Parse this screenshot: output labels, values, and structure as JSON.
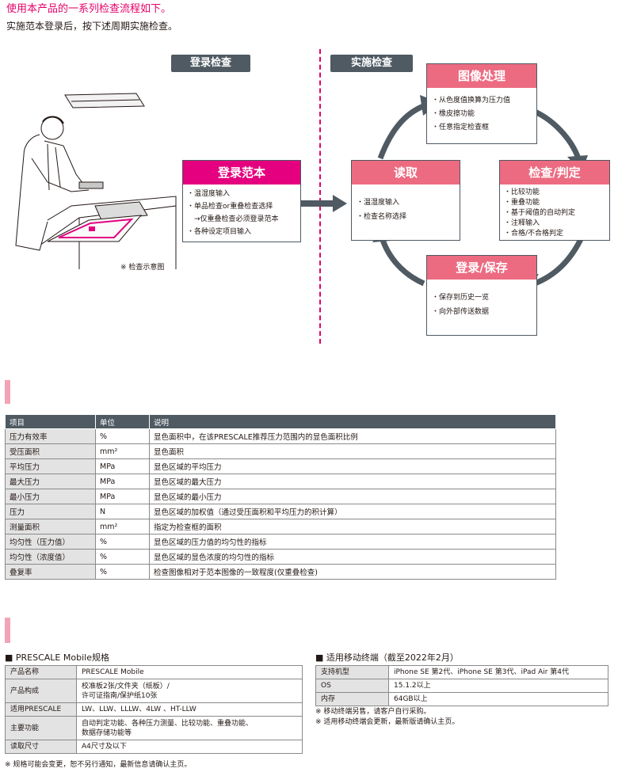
{
  "intro": {
    "title": "使用本产品的一系列检查流程如下。",
    "subtitle": "实施范本登录后，按下述周期实施检查。"
  },
  "flow": {
    "register_label": "登录检查",
    "execute_label": "实施检查",
    "illustration_caption": "※ 检查示意图",
    "register_sample": {
      "title": "登录范本",
      "items": [
        "・温湿度输入",
        "・单品检查or重叠检查选择",
        "　→仅重叠检查必须登录范本",
        "・各种设定项目输入"
      ]
    },
    "read": {
      "title": "读取",
      "items": [
        "・温湿度输入",
        "・检查名称选择"
      ]
    },
    "image_processing": {
      "title": "图像处理",
      "items": [
        "・从色度值换算为压力值",
        "・橡皮擦功能",
        "・任意指定检查框"
      ]
    },
    "inspect_judge": {
      "title": "检查/判定",
      "items": [
        "・比较功能",
        "・重叠功能",
        "・基于阈值的自动判定",
        "・注释输入",
        "・合格/不合格判定"
      ]
    },
    "save": {
      "title": "登录/保存",
      "items": [
        "・保存到历史一览",
        "・向外部传送数据"
      ]
    }
  },
  "main_table": {
    "headers": [
      "项目",
      "单位",
      "说明"
    ],
    "rows": [
      [
        "压力有效率",
        "%",
        "显色面积中，在该PRESCALE推荐压力范围内的显色面积比例"
      ],
      [
        "受压面积",
        "mm²",
        "显色面积"
      ],
      [
        "平均压力",
        "MPa",
        "显色区域的平均压力"
      ],
      [
        "最大压力",
        "MPa",
        "显色区域的最大压力"
      ],
      [
        "最小压力",
        "MPa",
        "显色区域的最小压力"
      ],
      [
        "压力",
        "N",
        "显色区域的加权值（通过受压面积和平均压力的积计算）"
      ],
      [
        "测量面积",
        "mm²",
        "指定为检查框的面积"
      ],
      [
        "均匀性（压力值）",
        "%",
        "显色区域的压力值的均匀性的指标"
      ],
      [
        "均匀性（浓度值）",
        "%",
        "显色区域的显色浓度的均匀性的指标"
      ],
      [
        "叠复率",
        "%",
        "检查图像相对于范本图像的一致程度(仅重叠检查)"
      ]
    ]
  },
  "spec": {
    "title": "■ PRESCALE Mobile规格",
    "rows": [
      [
        "产品名称",
        "PRESCALE Mobile"
      ],
      [
        "产品构成",
        "校准板2张/文件夹（纸板）/\n许可证指南/保护纸10张"
      ],
      [
        "适用PRESCALE",
        "LW、LLW、LLLW、4LW 、HT-LLW"
      ],
      [
        "主要功能",
        "自动判定功能、各种压力测量、比较功能、重叠功能、\n数据存储功能等"
      ],
      [
        "读取尺寸",
        "A4尺寸及以下"
      ]
    ],
    "note": "※ 规格可能会变更，恕不另行通知，最新信息请确认主页。"
  },
  "terminals": {
    "title": "■ 适用移动终端（截至2022年2月）",
    "rows": [
      [
        "支持机型",
        "iPhone SE 第2代、iPhone SE 第3代、iPad Air 第4代"
      ],
      [
        "OS",
        "15.1.2以上"
      ],
      [
        "内存",
        "64GB以上"
      ]
    ],
    "notes": [
      "※ 移动终端另售，请客户自行采购。",
      "※ 适用移动终端会更新，最新版请确认主页。"
    ]
  },
  "colors": {
    "accent": "#e4007f",
    "pink_box": "#ec6b81",
    "dark_gray": "#4f5a62",
    "marker": "#f3a3b7"
  }
}
